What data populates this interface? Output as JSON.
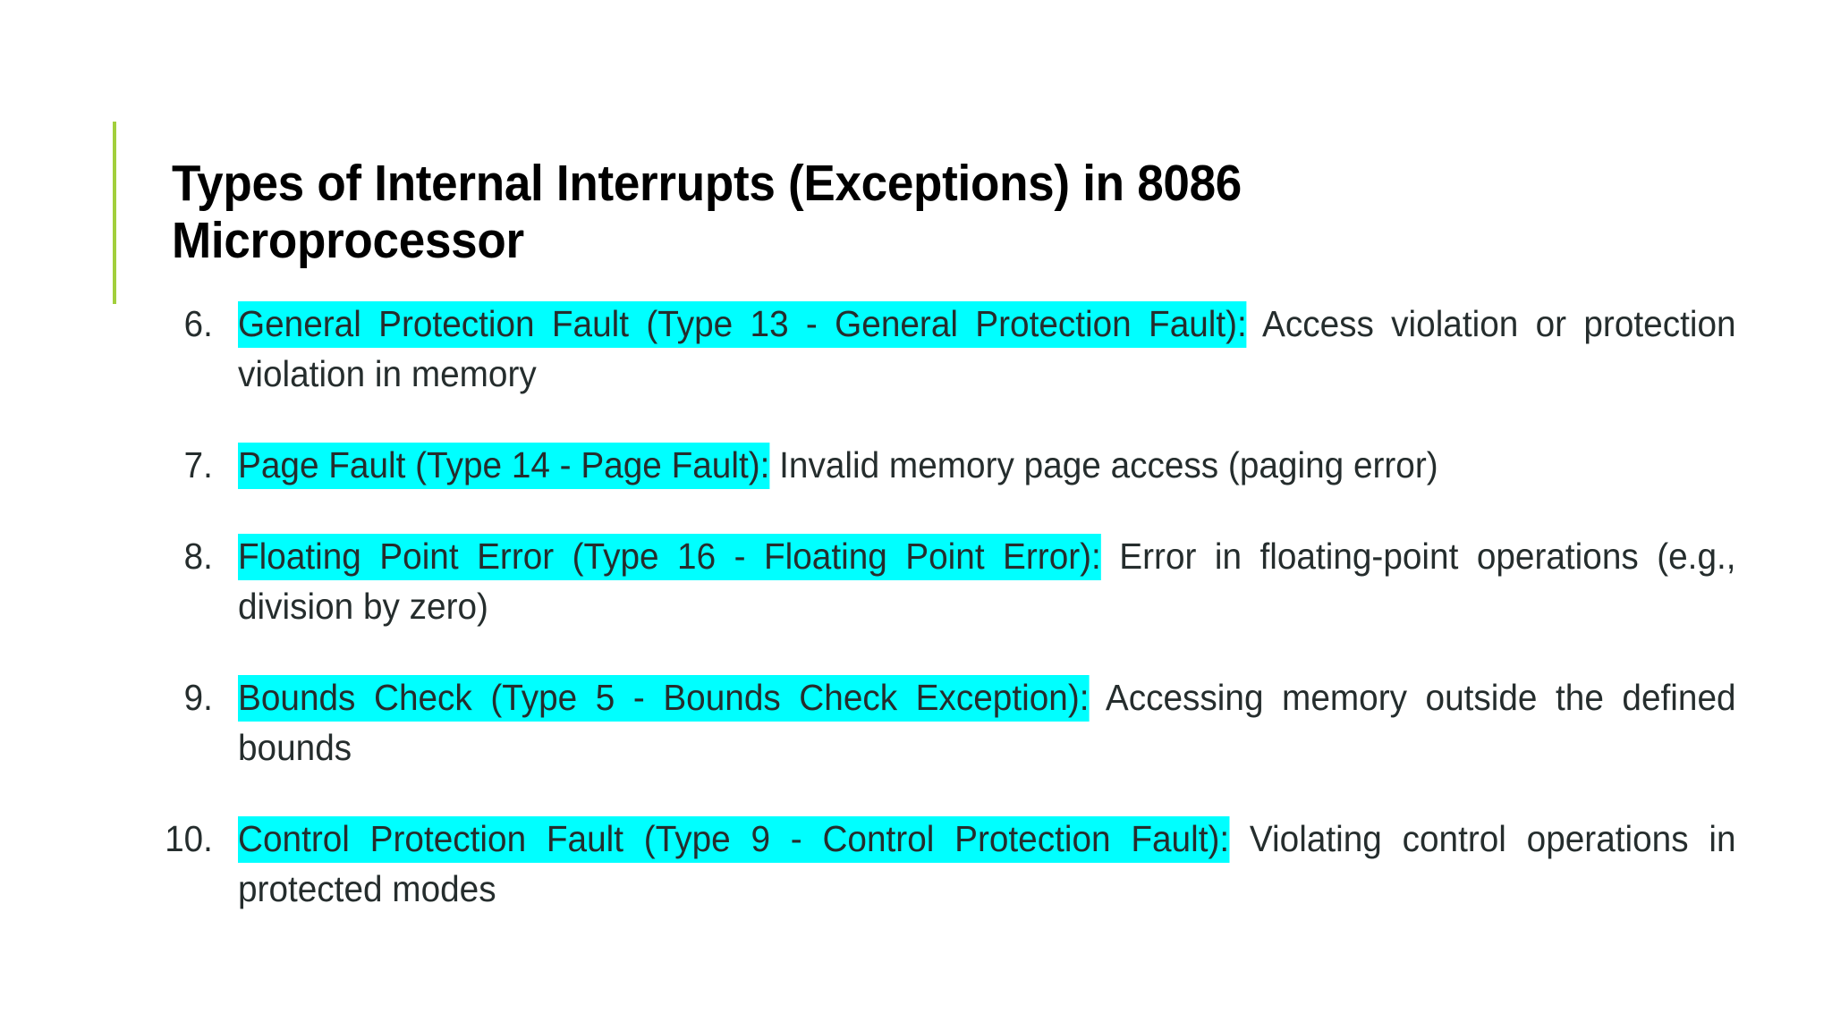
{
  "slide": {
    "background_color": "#ffffff",
    "accent_bar_color": "#a2cf3c",
    "highlight_color": "#00ffff",
    "text_color": "#252d2d",
    "title_color": "#000000",
    "title": "Types of Internal Interrupts (Exceptions) in 8086 Microprocessor"
  },
  "list": {
    "items": [
      {
        "number": "6.",
        "highlight": "General Protection Fault (Type 13 - General Protection Fault):",
        "rest": " Access violation or protection violation in memory",
        "justified": true
      },
      {
        "number": "7.",
        "highlight": "Page Fault (Type 14 - Page Fault):",
        "rest": " Invalid memory page access (paging error)",
        "justified": false
      },
      {
        "number": "8.",
        "highlight": "Floating Point Error (Type 16 - Floating Point Error):",
        "rest": " Error in floating-point operations (e.g., division by zero)",
        "justified": true
      },
      {
        "number": "9.",
        "highlight": "Bounds Check (Type 5 - Bounds Check Exception):",
        "rest": " Accessing memory outside the defined bounds",
        "justified": true
      },
      {
        "number": "10.",
        "highlight": "Control Protection Fault (Type 9 - Control Protection Fault):",
        "rest": " Violating control operations in protected modes",
        "justified": true
      }
    ]
  }
}
